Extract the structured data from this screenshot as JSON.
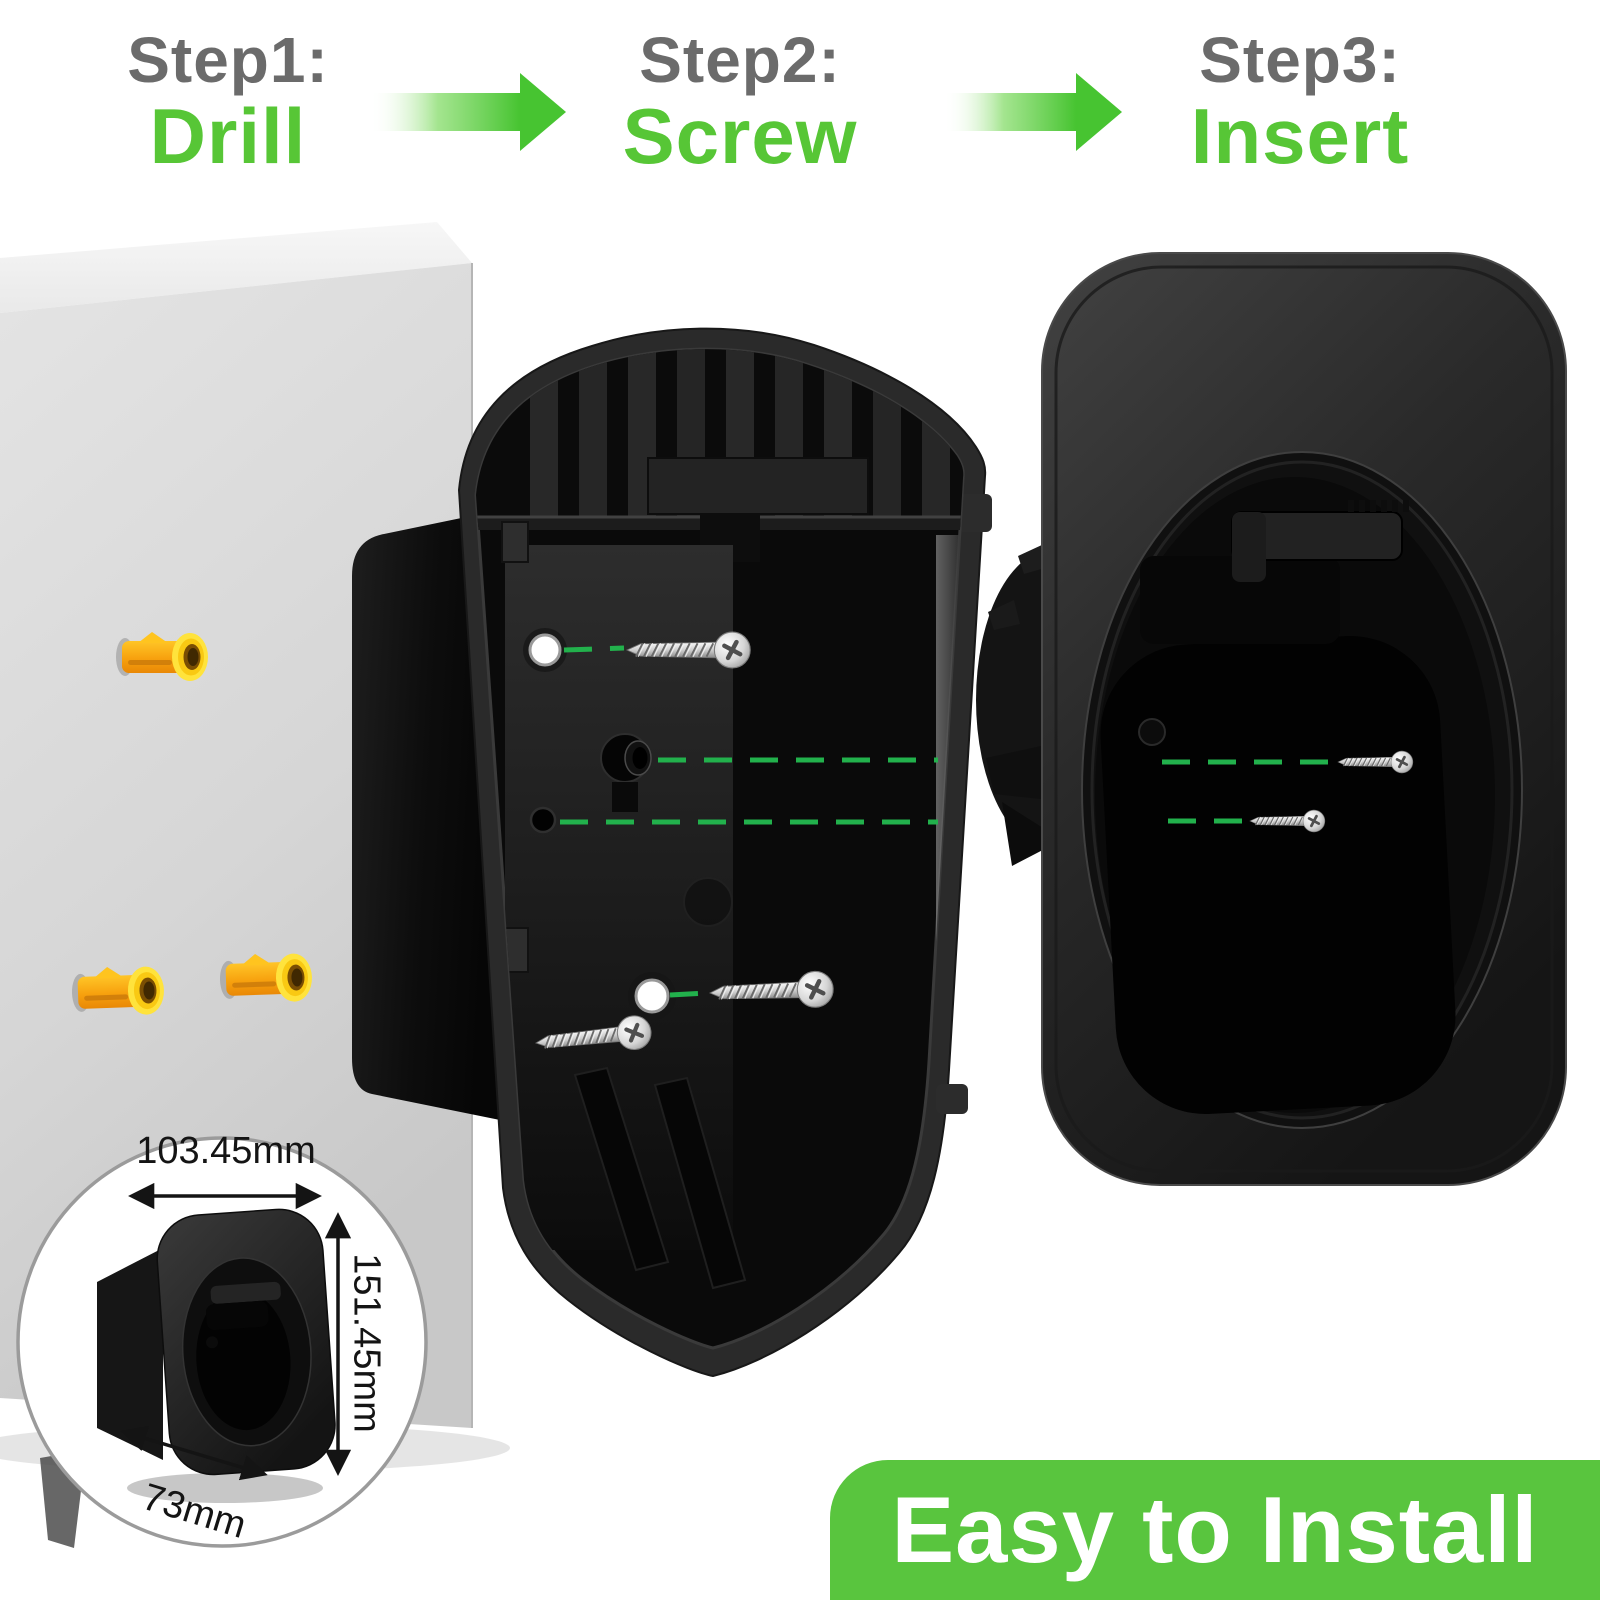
{
  "steps": [
    {
      "label": "Step1:",
      "action": "Drill"
    },
    {
      "label": "Step2:",
      "action": "Screw"
    },
    {
      "label": "Step3:",
      "action": "Insert"
    }
  ],
  "banner": {
    "text": "Easy to Install"
  },
  "dimensions": {
    "width": "103.45mm",
    "height": "151.45mm",
    "depth": "73mm"
  },
  "colors": {
    "step_label_gray": "#6b6b6b",
    "accent_green": "#57c636",
    "banner_green": "#59c53e",
    "alignment_dash_green": "#22b14c",
    "wall_anchor_orange": "#f29a0d",
    "wall_anchor_yellow": "#ffe33c"
  },
  "icons": {
    "step_arrow": "arrow-right-icon",
    "dimension_arrows": "double-headed-arrow-icon"
  }
}
